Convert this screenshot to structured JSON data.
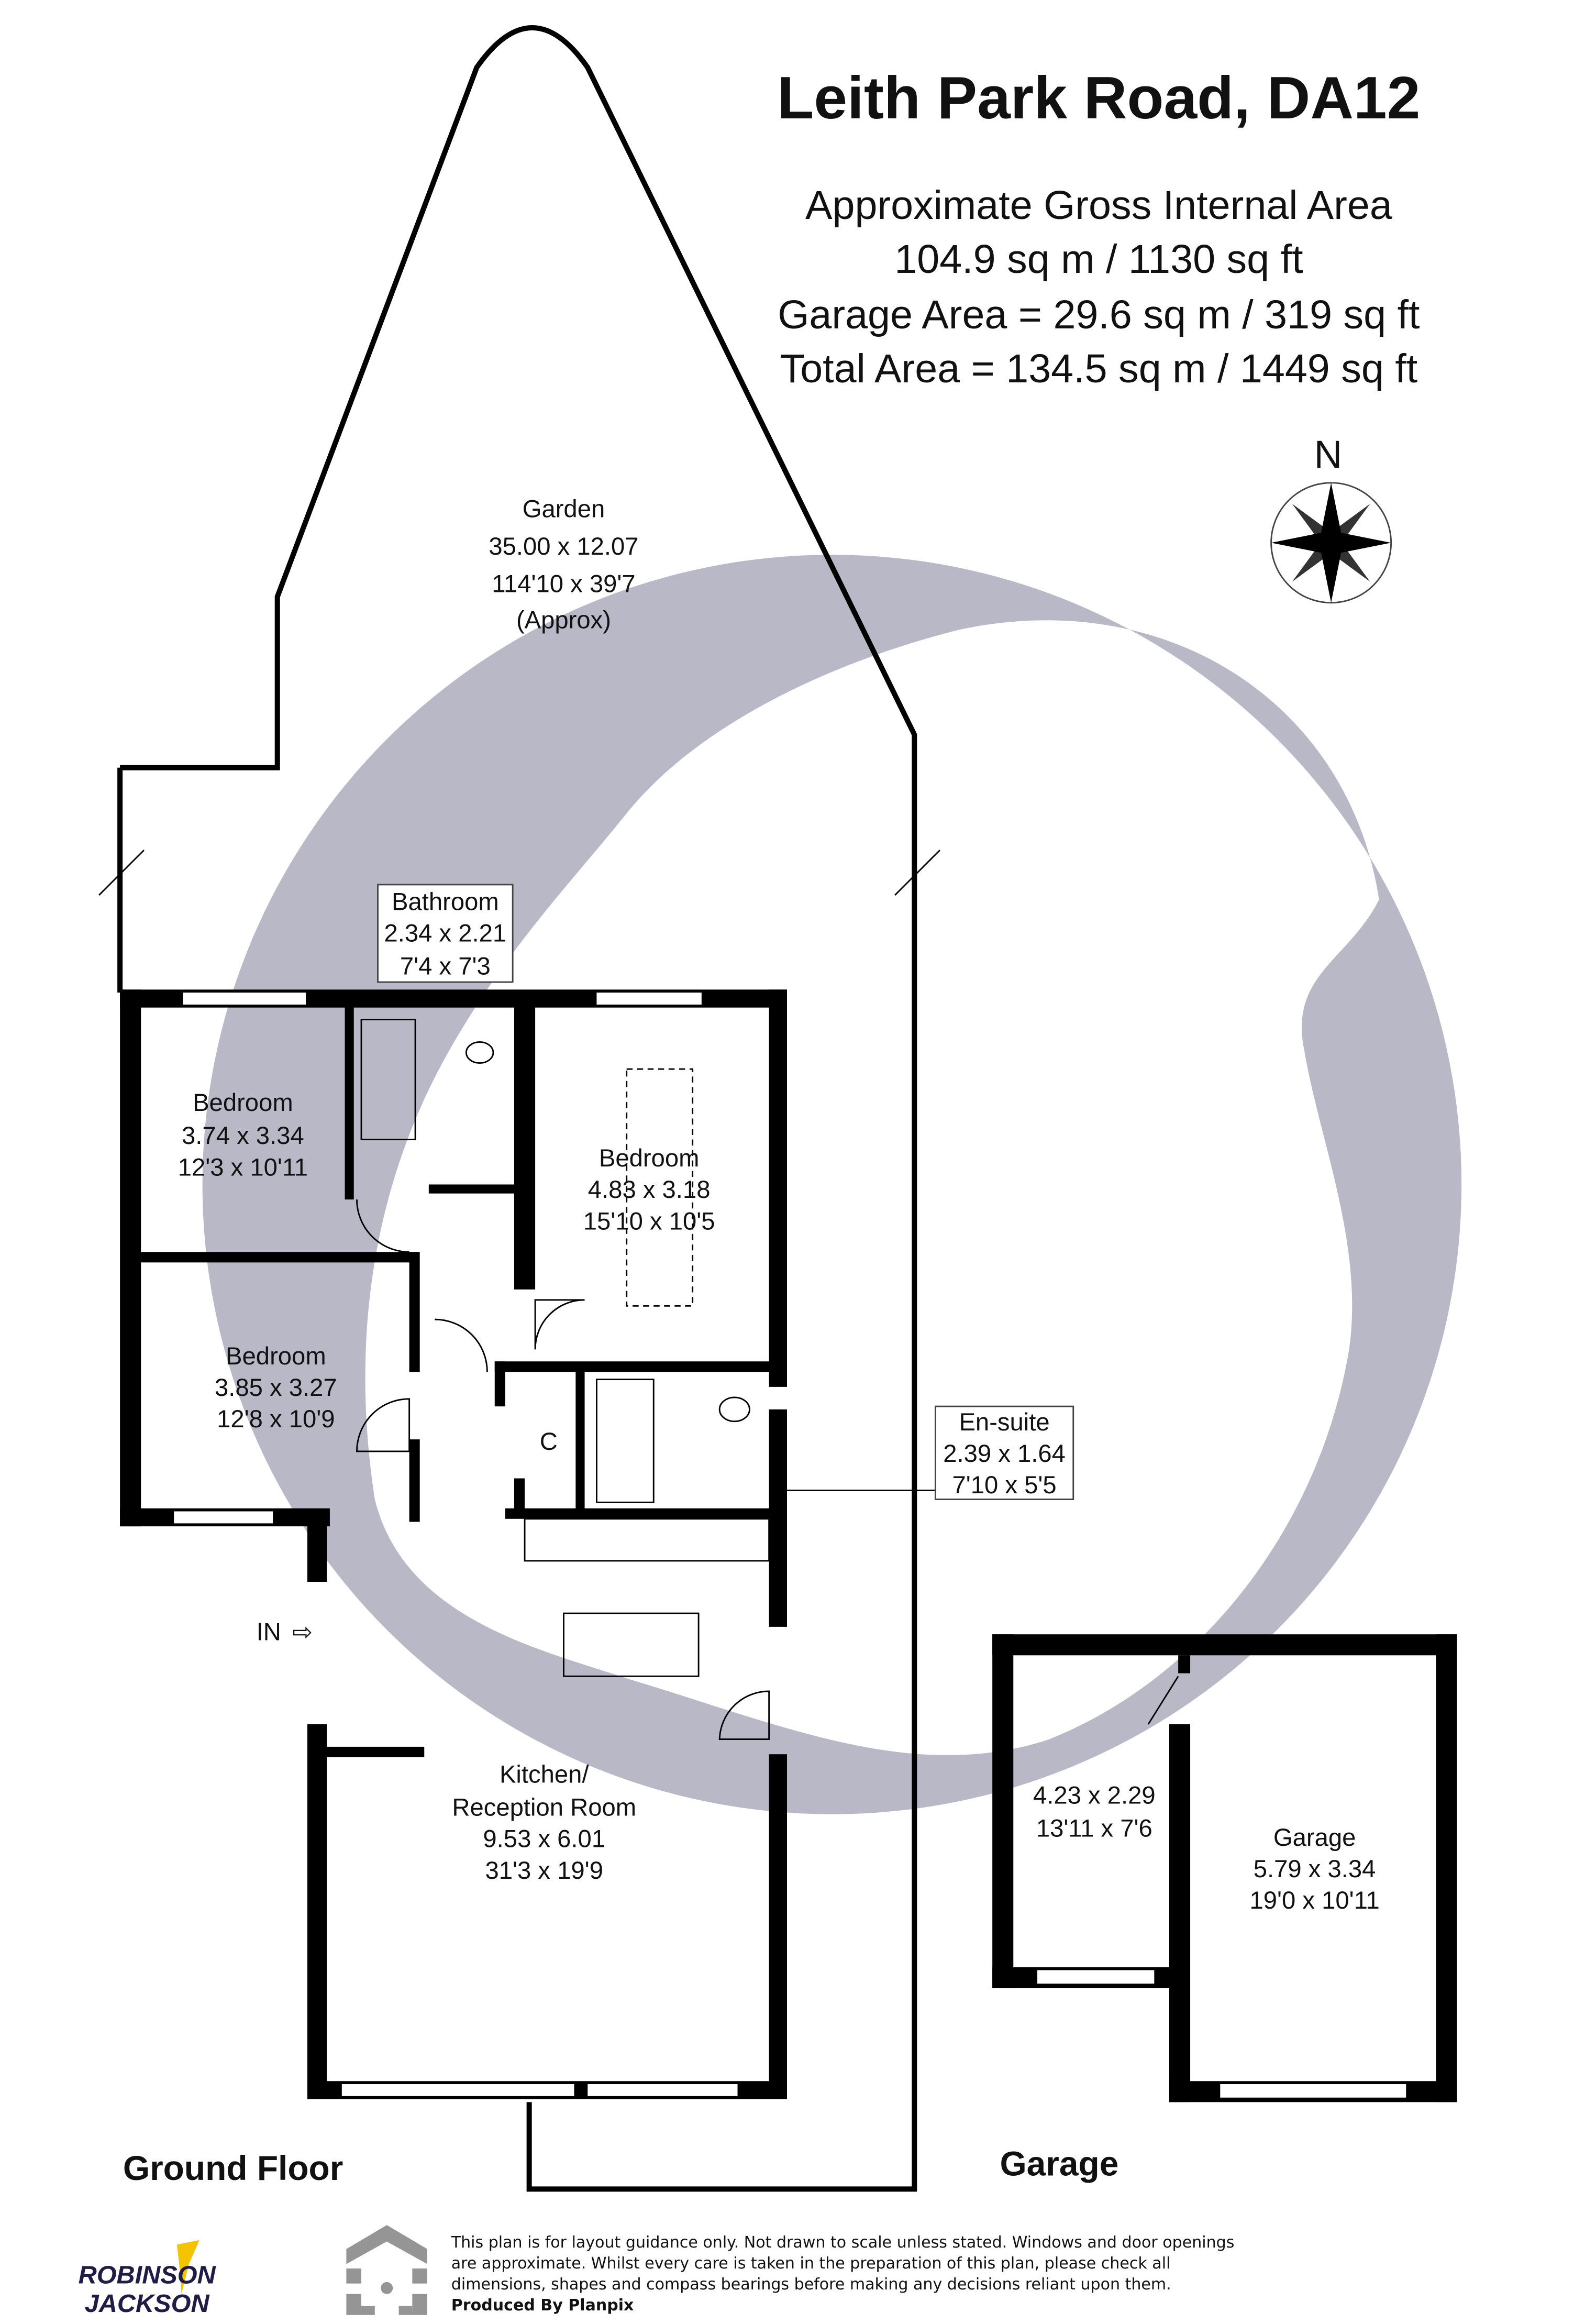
{
  "header": {
    "title": "Leith Park Road, DA12",
    "area_label": "Approximate Gross Internal Area",
    "internal_area": "104.9 sq m / 1130 sq ft",
    "garage_area": "Garage Area =  29.6 sq m / 319 sq ft",
    "total_area": "Total Area =  134.5 sq m / 1449 sq ft"
  },
  "compass": {
    "label": "N"
  },
  "rooms": {
    "garden": {
      "name": "Garden",
      "metric": "35.00 x 12.07",
      "imperial": "114'10 x 39'7",
      "note": "(Approx)"
    },
    "bathroom": {
      "name": "Bathroom",
      "metric": "2.34 x 2.21",
      "imperial": "7'4 x 7'3"
    },
    "bedroom1": {
      "name": "Bedroom",
      "metric": "3.74 x 3.34",
      "imperial": "12'3 x 10'11"
    },
    "bedroom2": {
      "name": "Bedroom",
      "metric": "4.83 x 3.18",
      "imperial": "15'10 x 10'5"
    },
    "bedroom3": {
      "name": "Bedroom",
      "metric": "3.85 x 3.27",
      "imperial": "12'8 x 10'9"
    },
    "cupboard": {
      "name": "C"
    },
    "ensuite": {
      "name": "En-suite",
      "metric": "2.39 x 1.64",
      "imperial": "7'10 x 5'5"
    },
    "kitchen": {
      "name": "Kitchen/",
      "name2": "Reception Room",
      "metric": "9.53 x 6.01",
      "imperial": "31'3 x 19'9"
    },
    "store": {
      "metric": "4.23 x 2.29",
      "imperial": "13'11 x 7'6"
    },
    "garage": {
      "name": "Garage",
      "metric": "5.79 x 3.34",
      "imperial": "19'0 x 10'11"
    },
    "entrance": {
      "label": "IN"
    }
  },
  "floor_labels": {
    "ground": "Ground Floor",
    "garage": "Garage"
  },
  "footer": {
    "logo_line1": "ROBINSON",
    "logo_line2": "JACKSON",
    "disclaimer1": "This plan is for layout guidance only. Not drawn to scale unless stated. Windows and door openings",
    "disclaimer2": "are approximate. Whilst every care is taken in the preparation of this plan, please check all",
    "disclaimer3": "dimensions, shapes and compass bearings before making any decisions reliant upon them.",
    "produced_by": "Produced By Planpix"
  },
  "colors": {
    "watermark": "#b9b8c6",
    "walls": "#000000",
    "logo_navy": "#1f1d45",
    "logo_yellow": "#f5c400",
    "planpix_gray": "#959595"
  }
}
